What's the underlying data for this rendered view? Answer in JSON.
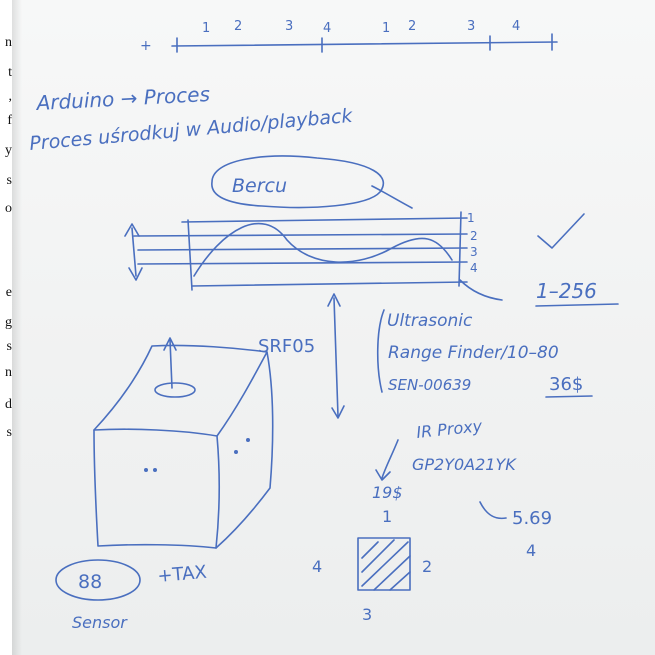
{
  "side_text": [
    "n",
    "t",
    ",",
    "f",
    "y",
    "s",
    "o",
    "e",
    "g",
    "s",
    "n",
    "d",
    "s"
  ],
  "colors": {
    "ink": "#4a6fbf",
    "paper": "#f4f5f5"
  },
  "sketch": {
    "ruler_ticks": [
      "1",
      "2",
      "3",
      "4",
      "1",
      "2",
      "3",
      "4"
    ],
    "line_arduino": "Arduino → Proces",
    "line_audio": "Proces uśrodkuj w Audio/playback",
    "bubble": "Bercu",
    "wave_labels": [
      "1",
      "2",
      "3",
      "4"
    ],
    "range_note": "1–256",
    "sensor_code": "SRF05",
    "ultrasonic_lines": [
      "Ultrasonic",
      "Range Finder/10–80",
      "SEN-00639"
    ],
    "ultrasonic_price": "36$",
    "ir_lines": [
      "IR Proxy",
      "GP2Y0A21YK",
      "19$"
    ],
    "ir_extra": "5.69",
    "ir_extra_sub": "4",
    "square_labels": {
      "top": "1",
      "right": "2",
      "bottom": "3",
      "left": "4"
    },
    "circled_number": "88",
    "tax": "+TAX",
    "bottom_word": "Sensor"
  }
}
